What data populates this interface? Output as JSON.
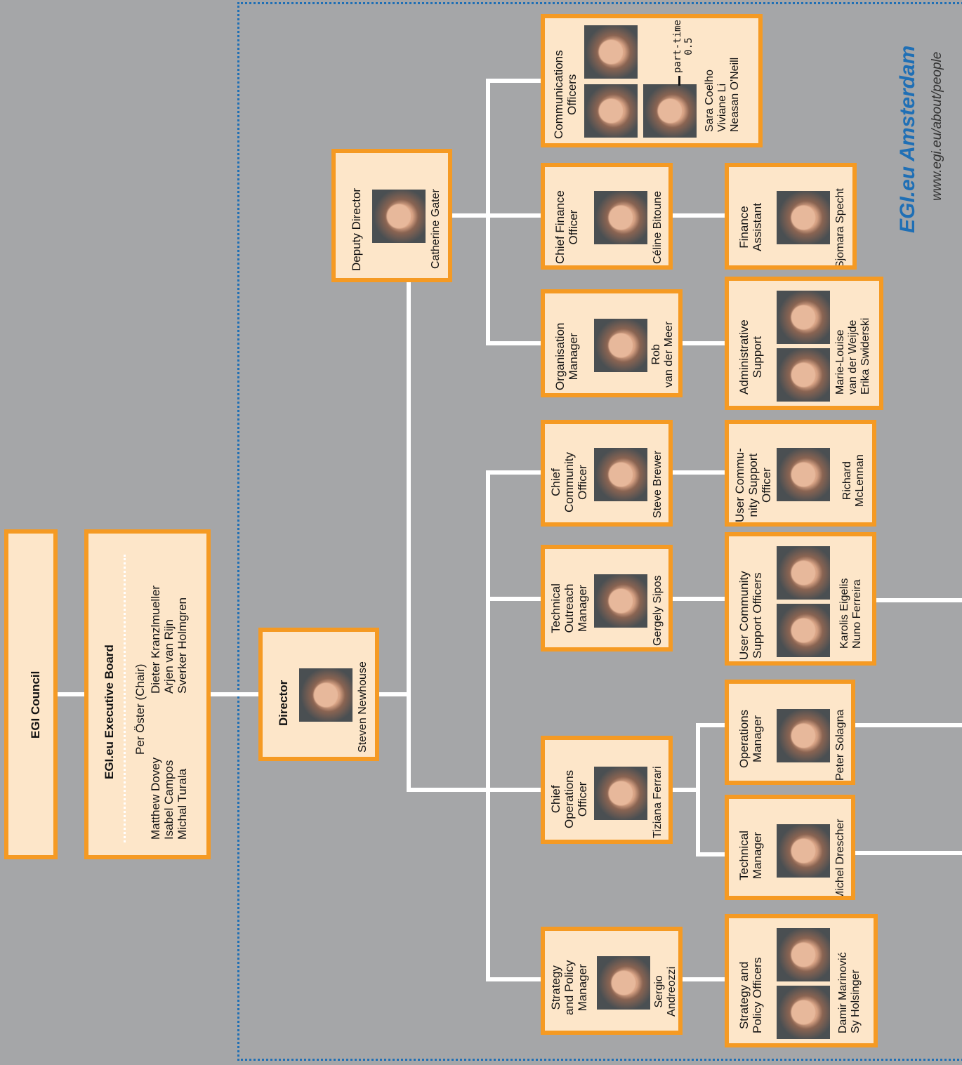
{
  "council": {
    "title": "EGI Council"
  },
  "board": {
    "title": "EGI.eu Executive Board",
    "chair": "Per Öster (Chair)",
    "members_left": [
      "Matthew Dovey",
      "Isabel Campos",
      "Michal Turala"
    ],
    "members_right": [
      "Dieter Kranzlmueller",
      "Arjen van Rijn",
      "Sverker Holmgren"
    ]
  },
  "director": {
    "title": "Director",
    "name": "Steven Newhouse"
  },
  "deputy": {
    "title": "Deputy Director",
    "name": "Catherine Gater"
  },
  "comms": {
    "title": [
      "Communications",
      "Officers"
    ],
    "part_time": [
      "part-time",
      "0.5"
    ],
    "names": [
      "Sara Coelho",
      "Viviane Li",
      "Neasan O'Neill"
    ]
  },
  "cfo": {
    "title": [
      "Chief Finance",
      "Officer"
    ],
    "name": "Céline Bitoune"
  },
  "finance_assistant": {
    "title": [
      "Finance",
      "Assistant"
    ],
    "name": "Sjomara Specht"
  },
  "org_manager": {
    "title": [
      "Organisation",
      "Manager"
    ],
    "name": [
      "Rob",
      "van der Meer"
    ]
  },
  "admin_support": {
    "title": [
      "Administrative",
      "Support"
    ],
    "names": [
      "Marie-Louise",
      "van der Weijde",
      "Erika Swiderski"
    ]
  },
  "cco": {
    "title": [
      "Chief",
      "Community",
      "Officer"
    ],
    "name": "Steve Brewer"
  },
  "ucs_officer": {
    "title": [
      "User Commu-",
      "nity Support",
      "Officer"
    ],
    "name": [
      "Richard",
      "McLennan"
    ]
  },
  "tom": {
    "title": [
      "Technical",
      "Outreach",
      "Manager"
    ],
    "name": "Gergely Sipos"
  },
  "ucs_officers": {
    "title": [
      "User Community",
      "Support Officers"
    ],
    "names": [
      "Karolis Eigelis",
      "Nuno Ferreira"
    ]
  },
  "coo": {
    "title": [
      "Chief",
      "Operations",
      "Officer"
    ],
    "name": "Tiziana Ferrari"
  },
  "ops_manager": {
    "title": [
      "Operations",
      "Manager"
    ],
    "name": "Peter Solagna"
  },
  "tech_manager": {
    "title": [
      "Technical",
      "Manager"
    ],
    "name": "Michel Drescher"
  },
  "spm": {
    "title": [
      "Strategy",
      "and Policy",
      "Manager"
    ],
    "name": [
      "Sergio",
      "Andreozzi"
    ]
  },
  "spo": {
    "title": [
      "Strategy and",
      "Policy Officers"
    ],
    "names": [
      "Damir Marinović",
      "Sy Holsinger"
    ]
  },
  "brand": {
    "name": "EGI.eu Amsterdam",
    "url": "www.egi.eu/about/people",
    "color": "#1f6fb5"
  },
  "colors": {
    "box_fill": "#fde6c9",
    "box_border": "#f59a23",
    "background": "#a5a6a8",
    "connector": "#ffffff"
  }
}
